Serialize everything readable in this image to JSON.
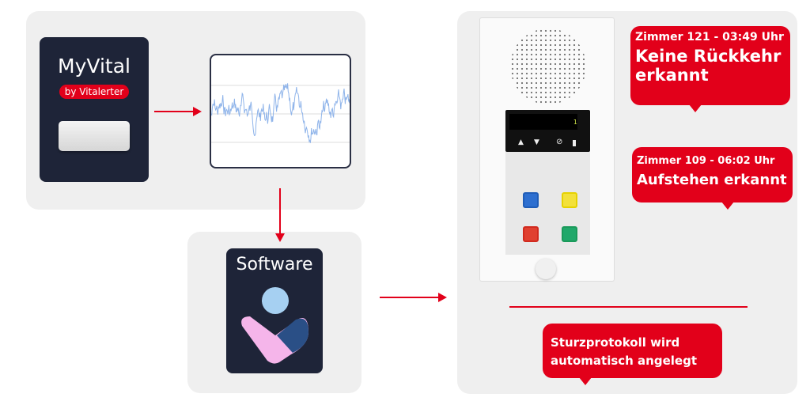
{
  "myvital": {
    "title": "MyVital",
    "subtitle": "by Vitalerter"
  },
  "software": {
    "title": "Software"
  },
  "device": {
    "display_text": "1"
  },
  "alerts": [
    {
      "room": "Zimmer 121 - 03:49 Uhr",
      "message_line1": "Keine Rückkehr",
      "message_line2": "erkannt"
    },
    {
      "room": "Zimmer 109 - 06:02 Uhr",
      "message": "Aufstehen erkannt"
    }
  ],
  "protocol": {
    "line1": "Sturzprotokoll wird",
    "line2": "automatisch angelegt"
  },
  "colors": {
    "accent": "#e2001a",
    "card": "#1e2438",
    "panel": "#efefef",
    "signal": "#8fb4ea"
  }
}
